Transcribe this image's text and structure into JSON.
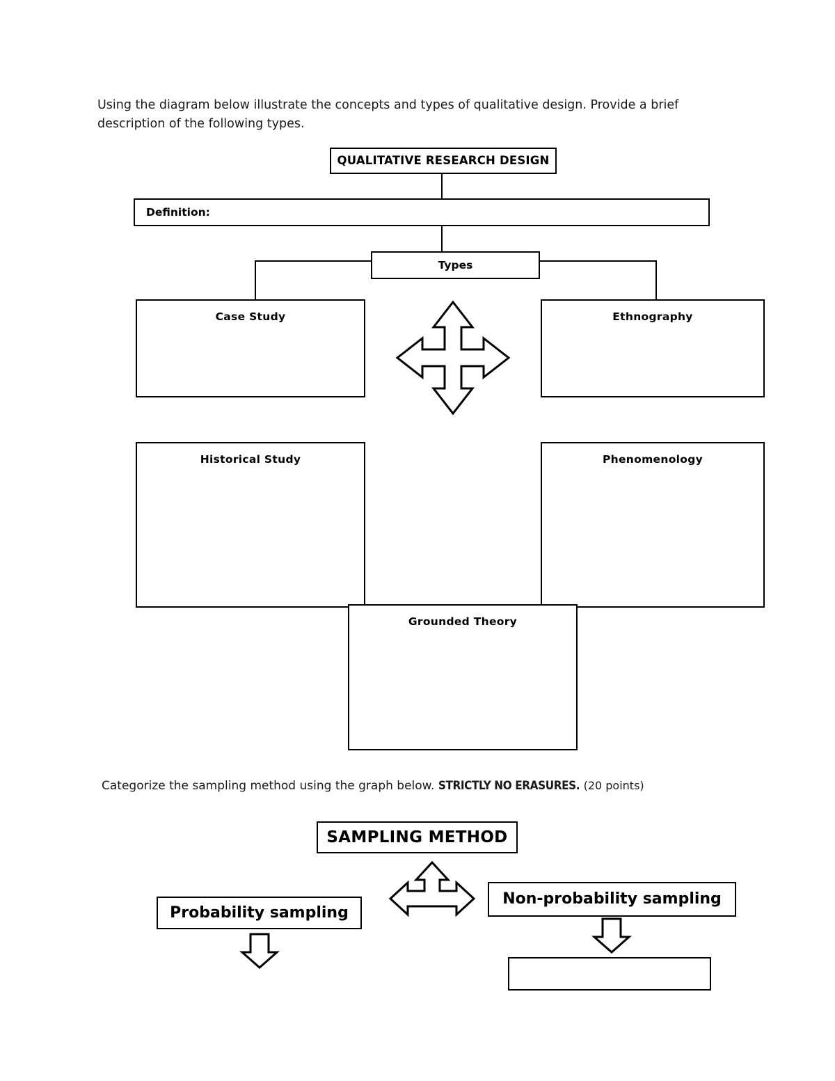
{
  "document": {
    "intro_text": "Using the diagram below illustrate the concepts and types of qualitative design. Provide a brief description of the following types.",
    "section2_lead": "Categorize the sampling method using the graph below.",
    "section2_emphasis": "STRICTLY NO ERASURES.",
    "section2_points": "(20 points)"
  },
  "diagram1": {
    "title": "QUALITATIVE RESEARCH DESIGN",
    "definition_label": "Definition:",
    "types_label": "Types",
    "boxes": [
      {
        "label": "Case Study"
      },
      {
        "label": "Ethnography"
      },
      {
        "label": "Historical Study"
      },
      {
        "label": "Phenomenology"
      },
      {
        "label": "Grounded Theory"
      }
    ]
  },
  "diagram2": {
    "title": "SAMPLING METHOD",
    "left_label": "Probability sampling",
    "right_label": "Non-probability sampling",
    "empty_label": ""
  },
  "colors": {
    "ink": "#000000",
    "paper": "#ffffff",
    "body_text": "#1a1a1a"
  }
}
